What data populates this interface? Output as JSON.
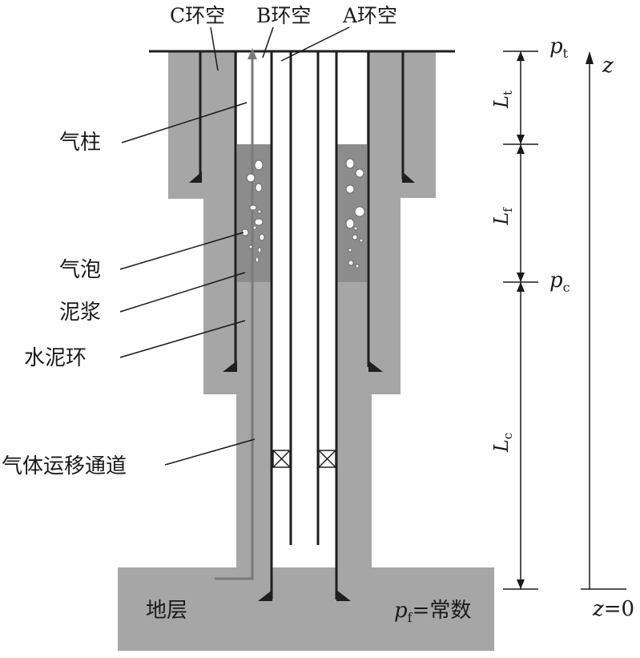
{
  "top_labels": {
    "c_annulus": "C环空",
    "b_annulus": "B环空",
    "a_annulus": "A环空"
  },
  "left_labels": {
    "gas_column": "气柱",
    "bubble": "气泡",
    "mud": "泥浆",
    "cement_ring": "水泥环",
    "gas_migration_channel": "气体运移通道"
  },
  "formation": {
    "label": "地层",
    "pressure_symbol": "p",
    "pressure_subscript": "f",
    "pressure_suffix": "=常数"
  },
  "dimensions": {
    "pt": {
      "symbol": "p",
      "sub": "t"
    },
    "pc": {
      "symbol": "p",
      "sub": "c"
    },
    "Lt": {
      "symbol": "L",
      "sub": "t"
    },
    "Lf": {
      "symbol": "L",
      "sub": "f"
    },
    "Lc": {
      "symbol": "L",
      "sub": "c"
    }
  },
  "axis": {
    "label": "z",
    "origin_label": "z",
    "origin_value": "=0"
  },
  "colors": {
    "cement": "#a6a6a6",
    "mud": "#8c8c8c",
    "steel": "#1f1f1f",
    "channel": "#7a7a7a"
  }
}
